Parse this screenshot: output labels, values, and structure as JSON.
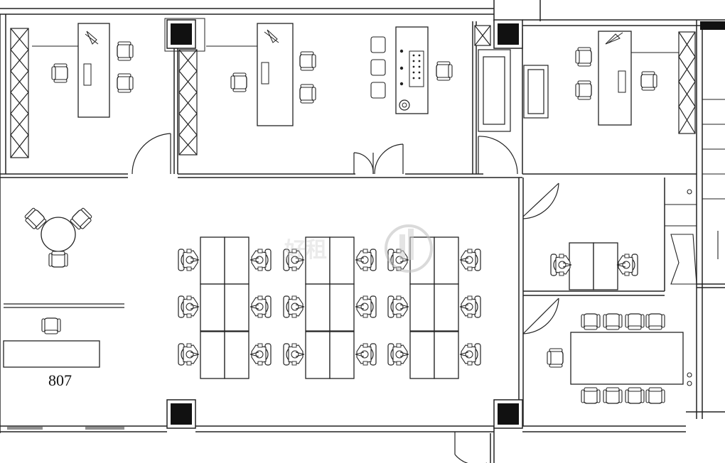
{
  "plan": {
    "room_number": "807",
    "watermark_text": "好租",
    "watermark": "office-leasing-logo",
    "line_color": "#222222",
    "column_fill": "#111111",
    "background": "#ffffff"
  }
}
